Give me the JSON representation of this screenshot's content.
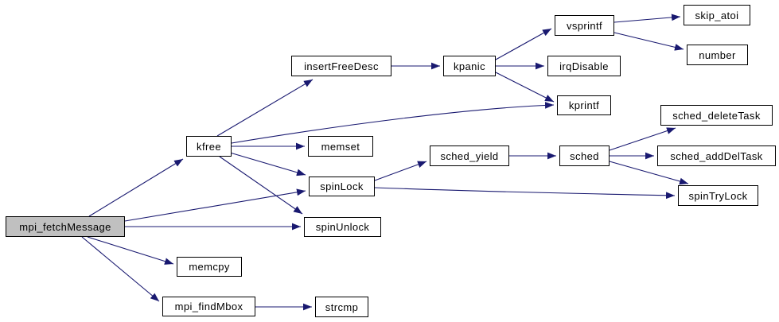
{
  "diagram": {
    "type": "call-graph",
    "background_color": "#ffffff",
    "edge_color": "#191970",
    "node_border_color": "#000000",
    "node_fill_color": "#ffffff",
    "highlighted_node_fill_color": "#c0c0c0",
    "text_color": "#000000"
  },
  "nodes": [
    {
      "id": "mpi_fetchMessage",
      "label": "mpi_fetchMessage",
      "highlighted": true
    },
    {
      "id": "kfree",
      "label": "kfree",
      "highlighted": false
    },
    {
      "id": "insertFreeDesc",
      "label": "insertFreeDesc",
      "highlighted": false
    },
    {
      "id": "kpanic",
      "label": "kpanic",
      "highlighted": false
    },
    {
      "id": "vsprintf",
      "label": "vsprintf",
      "highlighted": false
    },
    {
      "id": "skip_atoi",
      "label": "skip_atoi",
      "highlighted": false
    },
    {
      "id": "number",
      "label": "number",
      "highlighted": false
    },
    {
      "id": "irqDisable",
      "label": "irqDisable",
      "highlighted": false
    },
    {
      "id": "kprintf",
      "label": "kprintf",
      "highlighted": false
    },
    {
      "id": "memset",
      "label": "memset",
      "highlighted": false
    },
    {
      "id": "sched_yield",
      "label": "sched_yield",
      "highlighted": false
    },
    {
      "id": "spinLock",
      "label": "spinLock",
      "highlighted": false
    },
    {
      "id": "sched",
      "label": "sched",
      "highlighted": false
    },
    {
      "id": "sched_deleteTask",
      "label": "sched_deleteTask",
      "highlighted": false
    },
    {
      "id": "sched_addDelTask",
      "label": "sched_addDelTask",
      "highlighted": false
    },
    {
      "id": "spinTryLock",
      "label": "spinTryLock",
      "highlighted": false
    },
    {
      "id": "spinUnlock",
      "label": "spinUnlock",
      "highlighted": false
    },
    {
      "id": "memcpy",
      "label": "memcpy",
      "highlighted": false
    },
    {
      "id": "mpi_findMbox",
      "label": "mpi_findMbox",
      "highlighted": false
    },
    {
      "id": "strcmp",
      "label": "strcmp",
      "highlighted": false
    }
  ],
  "edges": [
    {
      "from": "mpi_fetchMessage",
      "to": "kfree"
    },
    {
      "from": "mpi_fetchMessage",
      "to": "spinLock"
    },
    {
      "from": "mpi_fetchMessage",
      "to": "spinUnlock"
    },
    {
      "from": "mpi_fetchMessage",
      "to": "memcpy"
    },
    {
      "from": "mpi_fetchMessage",
      "to": "mpi_findMbox"
    },
    {
      "from": "kfree",
      "to": "insertFreeDesc"
    },
    {
      "from": "kfree",
      "to": "kprintf"
    },
    {
      "from": "kfree",
      "to": "memset"
    },
    {
      "from": "kfree",
      "to": "spinLock"
    },
    {
      "from": "kfree",
      "to": "spinUnlock"
    },
    {
      "from": "insertFreeDesc",
      "to": "kpanic"
    },
    {
      "from": "kpanic",
      "to": "vsprintf"
    },
    {
      "from": "kpanic",
      "to": "irqDisable"
    },
    {
      "from": "kpanic",
      "to": "kprintf"
    },
    {
      "from": "vsprintf",
      "to": "skip_atoi"
    },
    {
      "from": "vsprintf",
      "to": "number"
    },
    {
      "from": "spinLock",
      "to": "sched_yield"
    },
    {
      "from": "spinLock",
      "to": "spinTryLock"
    },
    {
      "from": "sched_yield",
      "to": "sched"
    },
    {
      "from": "sched",
      "to": "sched_deleteTask"
    },
    {
      "from": "sched",
      "to": "sched_addDelTask"
    },
    {
      "from": "sched",
      "to": "spinTryLock"
    },
    {
      "from": "mpi_findMbox",
      "to": "strcmp"
    }
  ]
}
